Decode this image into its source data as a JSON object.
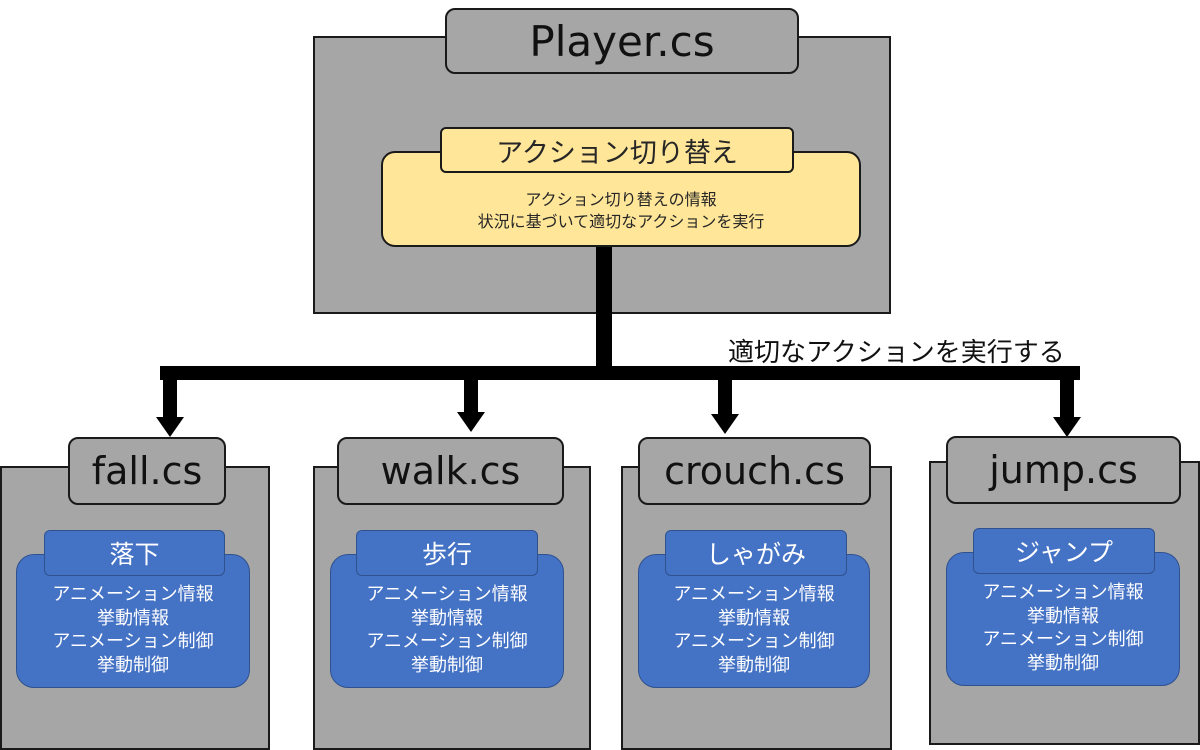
{
  "main": {
    "title": "Player.cs",
    "label": "アクション切り替え",
    "lines": [
      "アクション切り替えの情報",
      "状況に基づいて適切なアクションを実行"
    ]
  },
  "connector_label": "適切なアクションを実行する",
  "children": [
    {
      "title": "fall.cs",
      "label": "落下",
      "lines": [
        "アニメーション情報",
        "挙動情報",
        "アニメーション制御",
        "挙動制御"
      ]
    },
    {
      "title": "walk.cs",
      "label": "歩行",
      "lines": [
        "アニメーション情報",
        "挙動情報",
        "アニメーション制御",
        "挙動制御"
      ]
    },
    {
      "title": "crouch.cs",
      "label": "しゃがみ",
      "lines": [
        "アニメーション情報",
        "挙動情報",
        "アニメーション制御",
        "挙動制御"
      ]
    },
    {
      "title": "jump.cs",
      "label": "ジャンプ",
      "lines": [
        "アニメーション情報",
        "挙動情報",
        "アニメーション制御",
        "挙動制御"
      ]
    }
  ],
  "colors": {
    "panel": "#a6a6a6",
    "yellow": "#ffe699",
    "blue": "#4472c4",
    "connector": "#000000"
  }
}
